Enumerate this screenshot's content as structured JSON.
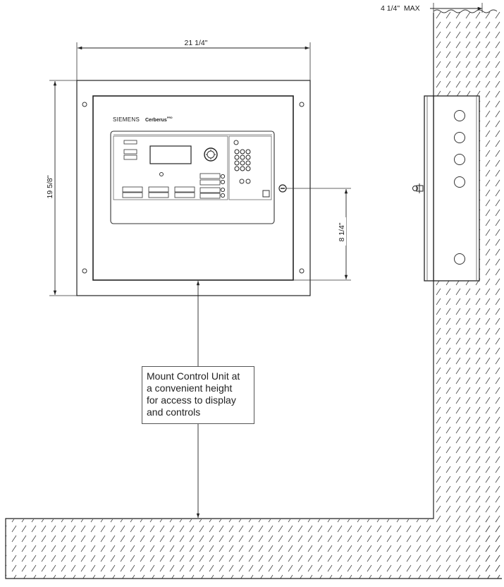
{
  "dimensions": {
    "width": "21 1/4\"",
    "height": "19 5/8\"",
    "mount_height": "8 1/4\"",
    "depth": "4 1/4\"  MAX"
  },
  "panel": {
    "brand": "SIEMENS",
    "product": "Cerberus",
    "product_mark": "PRO"
  },
  "callout": {
    "lines": [
      "Mount Control Unit at",
      "a convenient height",
      "for access to display",
      "and controls"
    ]
  }
}
